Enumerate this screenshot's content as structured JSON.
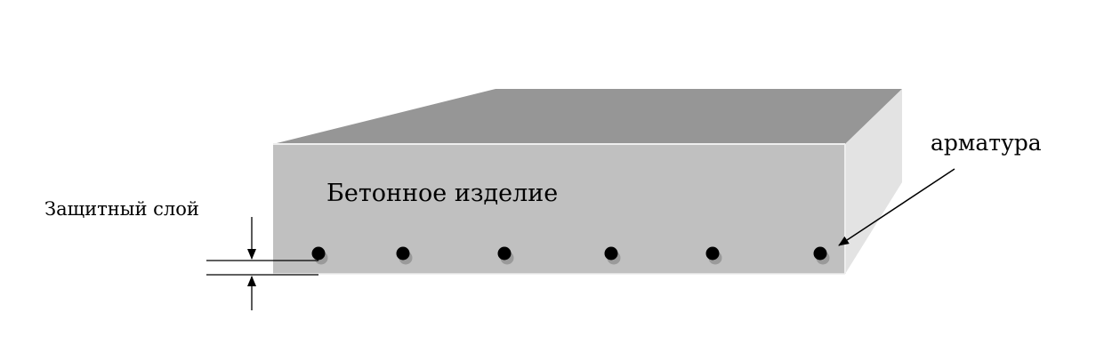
{
  "labels": {
    "product": "Бетонное изделие",
    "rebar": "арматура",
    "cover": "Защитный  слой"
  },
  "colors": {
    "top_face": "#969696",
    "front_face": "#c0c0c0",
    "side_face": "#e3e3e3",
    "edge_highlight": "#eeeeee",
    "rebar": "#000000",
    "rebar_shadow": "#9a9a9a",
    "lines": "#000000"
  },
  "rebar_count": 6
}
